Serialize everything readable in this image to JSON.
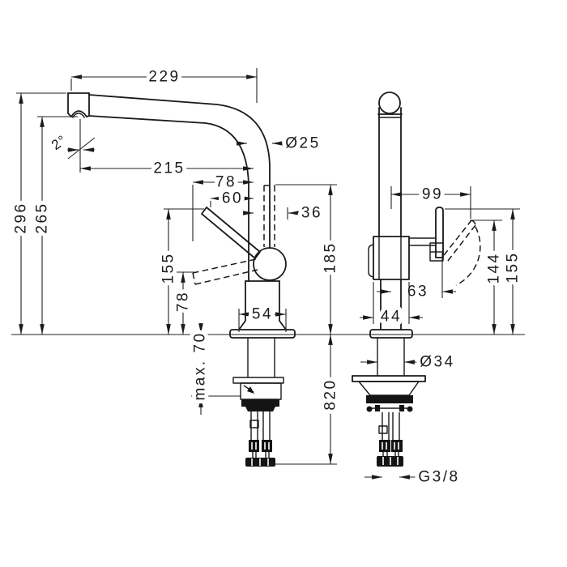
{
  "drawing": {
    "kind": "faucet installation dimension drawing",
    "background": "#ffffff",
    "line_color": "#1a1a1a",
    "views": {
      "front": {
        "dims": {
          "spout_reach_total": "229",
          "spout_angle": "2°",
          "spout_tube_diameter": "Ø25",
          "spout_reach_aerator": "215",
          "handle_tip_offset": "78",
          "handle_grip_offset": "60",
          "handle_raised_offset": "36",
          "height_total": "296",
          "height_spout_outlet": "265",
          "handle_tip_height": "155",
          "handle_lowered_height": "78",
          "spout_underside_height": "185",
          "base_diameter": "54",
          "mounting_thickness": "max. 70",
          "hose_length": "820"
        }
      },
      "side": {
        "dims": {
          "handle_reach": "99",
          "handle_open_height": "144",
          "handle_closed_height": "155",
          "handle_axis_offset": "63",
          "body_width": "44",
          "shank_diameter": "Ø34",
          "hose_connection": "G3/8"
        }
      }
    }
  }
}
